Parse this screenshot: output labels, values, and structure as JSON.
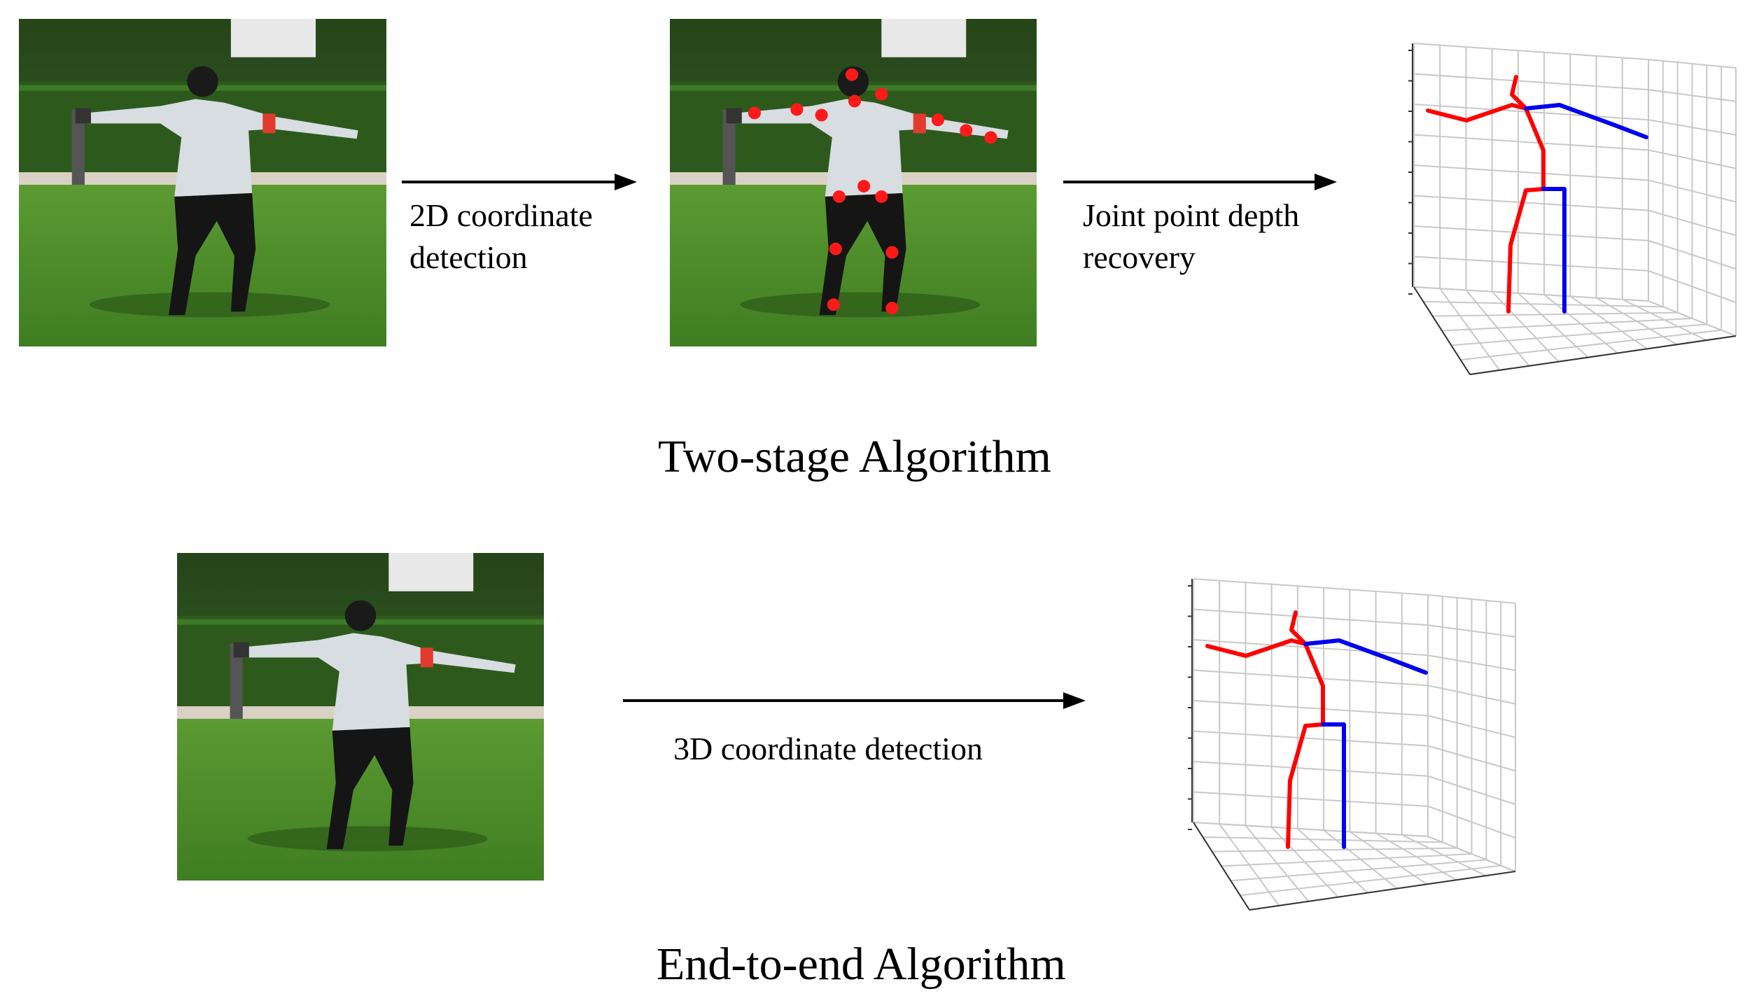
{
  "rows": [
    {
      "caption": "Two-stage Algorithm",
      "steps": [
        {
          "label_line1": "2D coordinate",
          "label_line2": "detection"
        },
        {
          "label_line1": "Joint point depth",
          "label_line2": "recovery"
        }
      ]
    },
    {
      "caption": "End-to-end Algorithm",
      "steps": [
        {
          "label_line1": "3D coordinate detection"
        }
      ]
    }
  ],
  "colors": {
    "keypoint": "#ff1a1a",
    "skeleton_left": "#ff0000",
    "skeleton_right": "#0000ee",
    "grid": "#c8c8c8",
    "grass": "#4f8f2c",
    "hedge": "#2f5e1c",
    "arrow": "#000000"
  }
}
